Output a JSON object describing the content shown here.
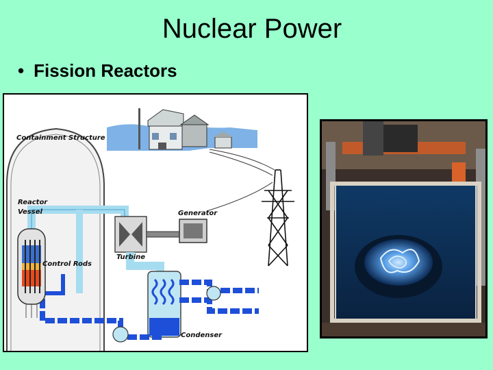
{
  "slide": {
    "title": "Nuclear Power",
    "bullet": "Fission Reactors"
  },
  "diagram": {
    "labels": {
      "containment": "Containment Structure",
      "reactor_vessel_1": "Reactor",
      "reactor_vessel_2": "Vessel",
      "control_rods": "Control Rods",
      "generator": "Generator",
      "turbine": "Turbine",
      "condenser": "Condenser"
    },
    "colors": {
      "water_light": "#a6dcef",
      "water_dark": "#1e4fd8",
      "steel": "#cfcfcf",
      "core_hot": "#e84a1a"
    }
  },
  "photo": {
    "subject": "reactor-pool-photo"
  },
  "colors": {
    "background": "#99ffcc"
  }
}
